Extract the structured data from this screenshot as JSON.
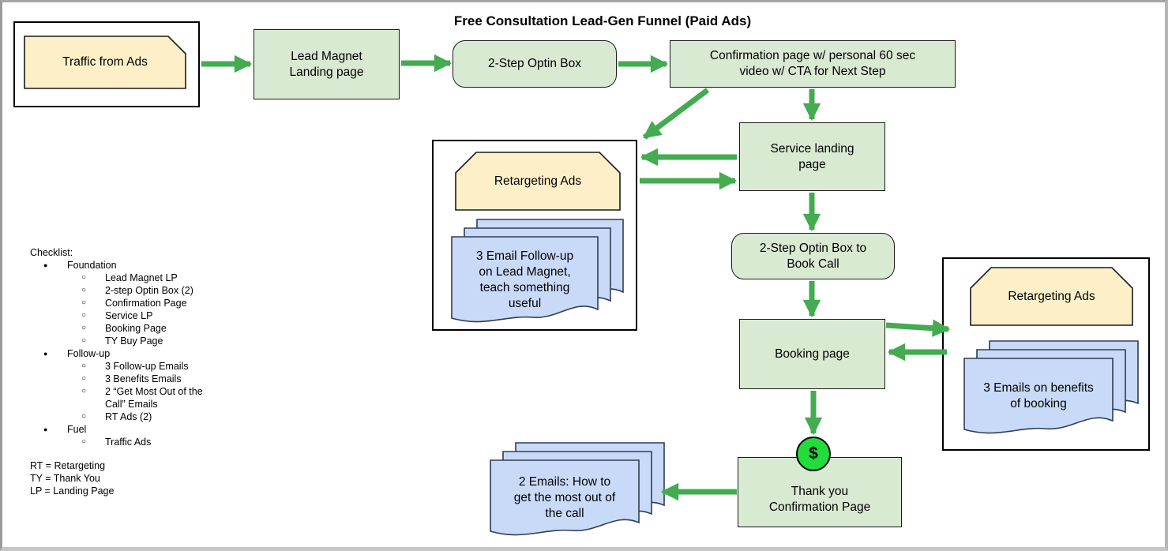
{
  "title": "Free Consultation Lead-Gen Funnel (Paid Ads)",
  "colors": {
    "node_green": "#d9ead3",
    "card_yellow": "#fdf0c8",
    "doc_blue": "#c9daf8",
    "arrow_green": "#43ab50",
    "dollar_green": "#21dc3a"
  },
  "nodes": {
    "traffic": {
      "label": "Traffic from Ads"
    },
    "lead_magnet": {
      "label": "Lead Magnet\nLanding page"
    },
    "optin_1": {
      "label": "2-Step Optin Box"
    },
    "confirmation": {
      "label": "Confirmation page w/ personal 60 sec\nvideo w/ CTA for Next Step"
    },
    "service": {
      "label": "Service landing\npage"
    },
    "retargeting_left": {
      "label": "Retargeting Ads"
    },
    "emails_left": {
      "label": "3 Email Follow-up\non Lead Magnet,\nteach something\nuseful"
    },
    "optin_2": {
      "label": "2-Step Optin Box to\nBook Call"
    },
    "booking": {
      "label": "Booking page"
    },
    "retargeting_right": {
      "label": "Retargeting Ads"
    },
    "emails_right": {
      "label": "3 Emails on benefits\nof booking"
    },
    "dollar": {
      "label": "$"
    },
    "thank_you": {
      "label": "Thank you\nConfirmation Page"
    },
    "emails_bottom": {
      "label": "2 Emails: How to\nget the most out of\nthe call"
    }
  },
  "checklist": {
    "heading": "Checklist:",
    "items": [
      {
        "level": 1,
        "text": "Foundation"
      },
      {
        "level": 2,
        "text": "Lead Magnet LP"
      },
      {
        "level": 2,
        "text": "2-step Optin Box (2)"
      },
      {
        "level": 2,
        "text": "Confirmation Page"
      },
      {
        "level": 2,
        "text": "Service LP"
      },
      {
        "level": 2,
        "text": "Booking Page"
      },
      {
        "level": 2,
        "text": "TY Buy Page"
      },
      {
        "level": 1,
        "text": "Follow-up"
      },
      {
        "level": 2,
        "text": "3 Follow-up Emails"
      },
      {
        "level": 2,
        "text": "3 Benefits Emails"
      },
      {
        "level": 2,
        "text": "2 “Get Most Out of the\nCall” Emails"
      },
      {
        "level": 2,
        "text": "RT Ads (2)"
      },
      {
        "level": 1,
        "text": "Fuel"
      },
      {
        "level": 2,
        "text": "Traffic Ads"
      }
    ],
    "legend": [
      "RT = Retargeting",
      "TY = Thank You",
      "LP = Landing Page"
    ]
  }
}
